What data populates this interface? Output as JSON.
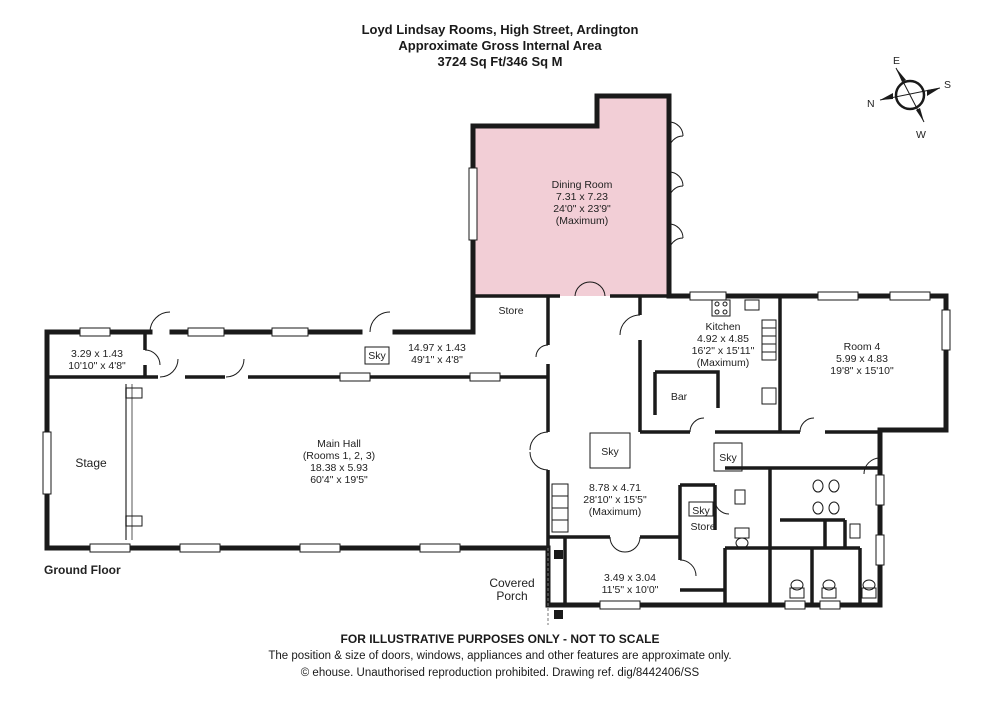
{
  "header": {
    "line1": "Loyd Lindsay Rooms, High Street, Ardington",
    "line2": "Approximate Gross Internal Area",
    "line3": "3724 Sq Ft/346 Sq M"
  },
  "compass": {
    "e": "E",
    "s": "S",
    "n": "N",
    "w": "W"
  },
  "floor_label": "Ground Floor",
  "colors": {
    "dining_fill": "#f2ced6",
    "wall": "#1a1a1a"
  },
  "rooms": {
    "dining": {
      "name": "Dining Room",
      "dim_m": "7.31 x 7.23",
      "dim_ft": "24'0\" x 23'9\"",
      "note": "(Maximum)"
    },
    "store1": {
      "name": "Store"
    },
    "kitchen": {
      "name": "Kitchen",
      "dim_m": "4.92 x 4.85",
      "dim_ft": "16'2\" x 15'11\"",
      "note": "(Maximum)"
    },
    "room4": {
      "name": "Room 4",
      "dim_m": "5.99 x 4.83",
      "dim_ft": "19'8\" x 15'10\""
    },
    "small_left": {
      "dim_m": "3.29 x 1.43",
      "dim_ft": "10'10\" x 4'8\""
    },
    "corridor": {
      "dim_m": "14.97 x 1.43",
      "dim_ft": "49'1\" x 4'8\""
    },
    "main_hall": {
      "name": "Main Hall",
      "sub": "(Rooms 1, 2, 3)",
      "dim_m": "18.38 x 5.93",
      "dim_ft": "60'4\" x 19'5\""
    },
    "stage": {
      "name": "Stage"
    },
    "bar": {
      "name": "Bar"
    },
    "foyer": {
      "dim_m": "8.78 x 4.71",
      "dim_ft": "28'10\" x 15'5\"",
      "note": "(Maximum)"
    },
    "store2": {
      "name": "Store"
    },
    "entrance": {
      "dim_m": "3.49 x 3.04",
      "dim_ft": "11'5\" x 10'0\""
    },
    "porch": {
      "line1": "Covered",
      "line2": "Porch"
    }
  },
  "skylights": {
    "label": "Sky"
  },
  "footer": {
    "line1": "FOR ILLUSTRATIVE PURPOSES ONLY - NOT TO SCALE",
    "line2": "The position & size of doors, windows, appliances and other features are approximate only.",
    "line3": "© ehouse. Unauthorised reproduction prohibited. Drawing ref. dig/8442406/SS"
  }
}
